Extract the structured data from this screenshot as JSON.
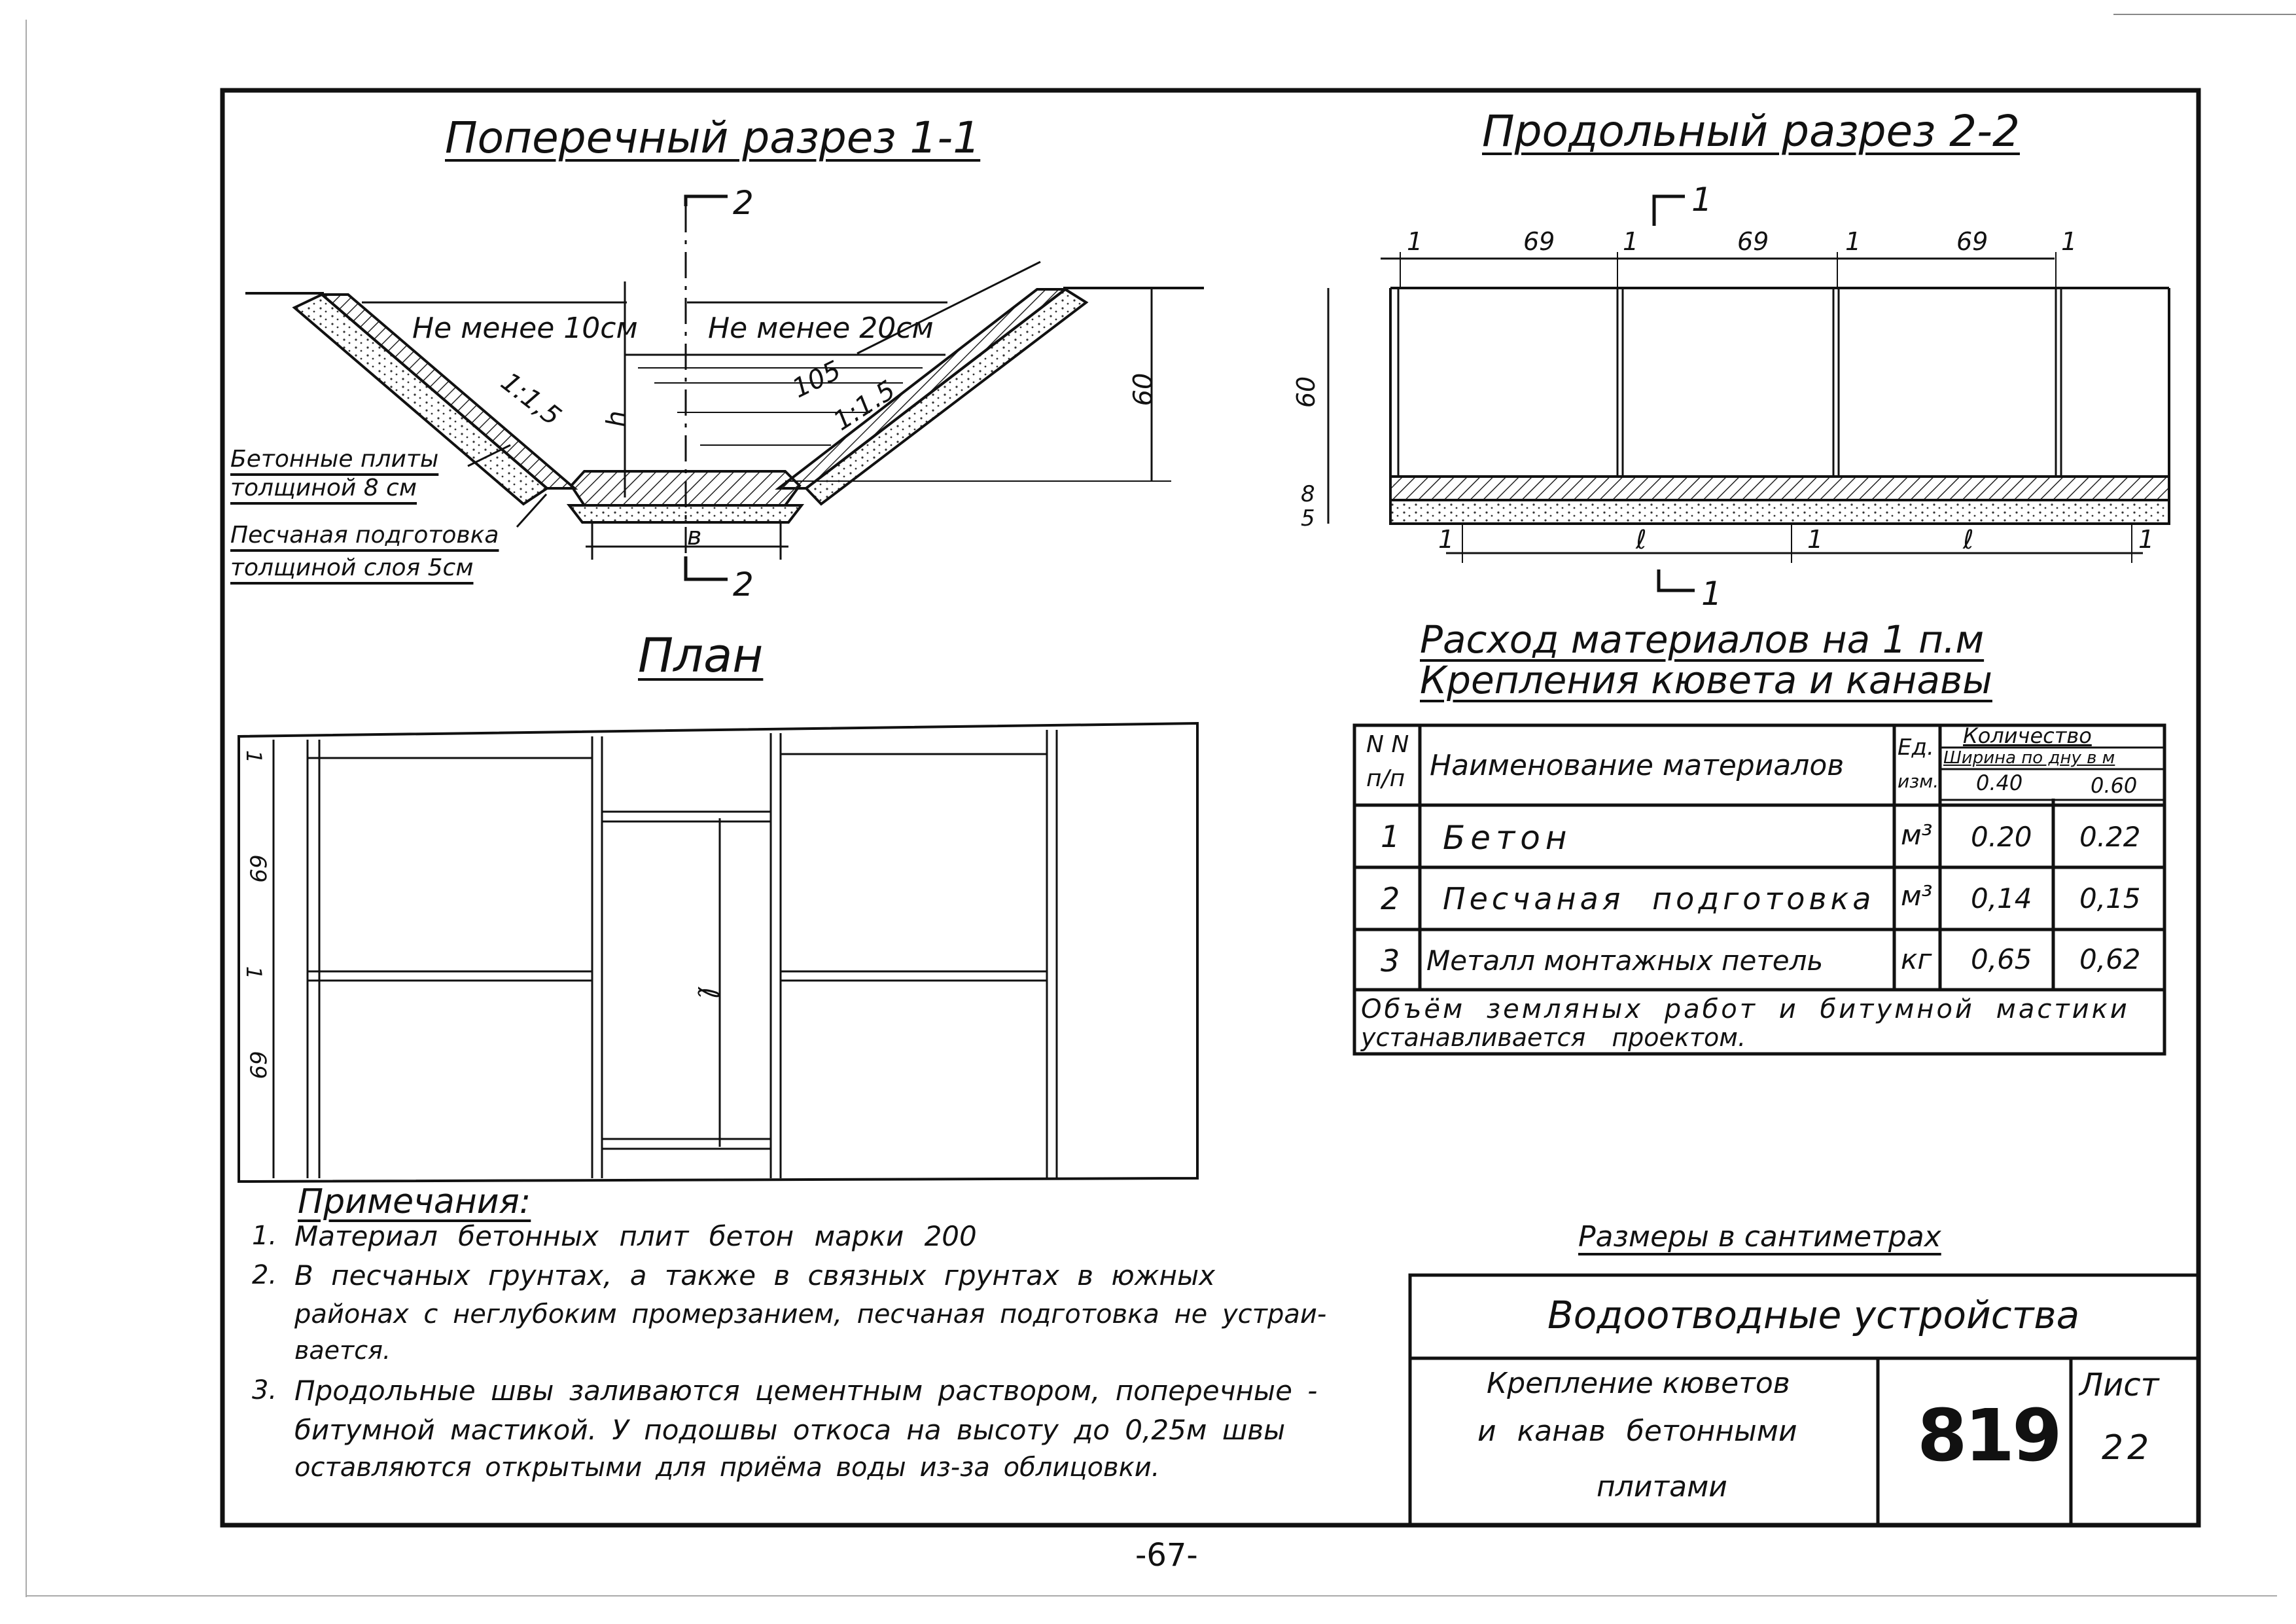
{
  "views": {
    "cross_section": {
      "title": "Поперечный разрез 1-1",
      "cut_label_top": "2",
      "cut_label_bottom": "2",
      "note_left": "Не менее 10см",
      "note_right": "Не менее 20см",
      "slope_left": "1:1,5",
      "slope_right": "1:1.5",
      "dim_105": "105",
      "dim_60": "60",
      "dim_h": "h",
      "dim_b": "в",
      "callout_plates": [
        "Бетонные плиты",
        "толщиной 8 см"
      ],
      "callout_sand": [
        "Песчаная подготовка",
        "толщиной слоя 5см"
      ]
    },
    "longitudinal_section": {
      "title": "Продольный разрез 2-2",
      "cut_label_top": "1",
      "cut_label_bottom": "1",
      "top_dims": [
        "1",
        "69",
        "1",
        "69",
        "1",
        "69",
        "1"
      ],
      "side_dims": [
        "60",
        "5",
        "8"
      ],
      "bottom_dims": [
        "1",
        "ℓ",
        "1",
        "ℓ",
        "1"
      ]
    },
    "plan": {
      "title": "План",
      "dim_l": "ℓ",
      "side_dims": [
        "1",
        "69",
        "1",
        "69"
      ]
    }
  },
  "materials": {
    "title_line1": "Расход материалов на 1 п.м",
    "title_line2": "Крепления кювета и канавы",
    "headers": {
      "num": [
        "N N",
        "п/п"
      ],
      "name": "Наименование материалов",
      "unit": [
        "Ед.",
        "изм."
      ],
      "quantity": "Количество",
      "width": "Ширина по дну в м",
      "w1": "0.40",
      "w2": "0.60"
    },
    "rows": [
      {
        "num": "1",
        "name": "Бетон",
        "unit": "м³",
        "v1": "0.20",
        "v2": "0.22"
      },
      {
        "num": "2",
        "name": "Песчаная подготовка",
        "unit": "м³",
        "v1": "0,14",
        "v2": "0,15"
      },
      {
        "num": "3",
        "name": "Металл монтажных петель",
        "unit": "кг",
        "v1": "0,65",
        "v2": "0,62"
      }
    ],
    "footer": [
      "Объём земляных работ и битумной мастики",
      "устанавливается проектом."
    ]
  },
  "notes": {
    "heading": "Примечания:",
    "items": [
      {
        "num": "1.",
        "lines": [
          "Материал бетонных плит бетон марки 200"
        ]
      },
      {
        "num": "2.",
        "lines": [
          "В песчаных грунтах, а также в связных грунтах в южных",
          "районах с неглубоким промерзанием, песчаная подготовка не устраи-",
          "вается."
        ]
      },
      {
        "num": "3.",
        "lines": [
          "Продольные швы заливаются цементным раствором, поперечные -",
          "битумной мастикой. У подошвы откоса на высоту до 0,25м швы",
          "оставляются открытыми для приёма воды из-за облицовки."
        ]
      }
    ]
  },
  "dimensions_note": "Размеры в сантиметрах",
  "stamp": {
    "title": "Водоотводные устройства",
    "subtitle": [
      "Крепление кюветов",
      "и канав бетонными",
      "плитами"
    ],
    "number": "819",
    "sheet_label": "Лист",
    "sheet_value": "22"
  },
  "page_number": "-67-"
}
